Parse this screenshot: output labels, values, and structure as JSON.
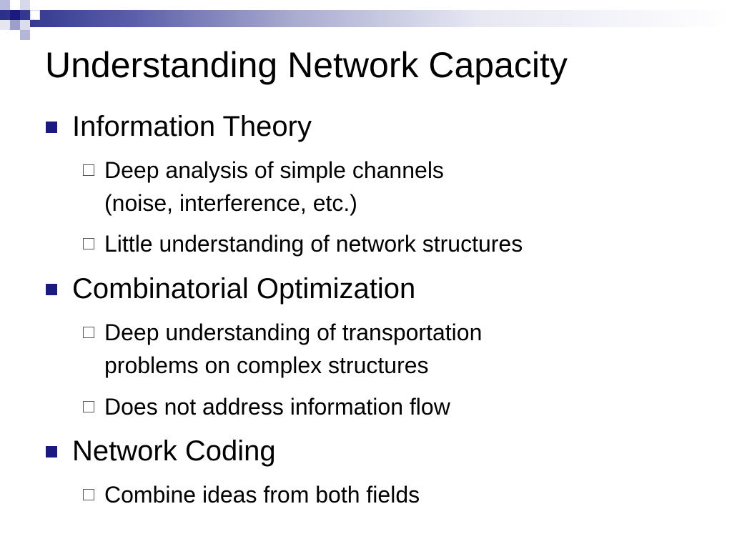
{
  "slide": {
    "title": "Understanding Network Capacity",
    "colors": {
      "accent": "#2b2f8a",
      "bullet": "#1a1a80",
      "text": "#000000",
      "background": "#ffffff"
    },
    "bullets": [
      {
        "text": "Information Theory",
        "icon": "filled-square-bullet",
        "sub": [
          {
            "lines": [
              "Deep analysis of simple channels",
              "(noise, interference, etc.)"
            ],
            "icon": "hollow-square-bullet"
          },
          {
            "lines": [
              "Little understanding of network structures"
            ],
            "icon": "hollow-square-bullet"
          }
        ]
      },
      {
        "text": "Combinatorial Optimization",
        "icon": "filled-square-bullet",
        "sub": [
          {
            "lines": [
              "Deep understanding of transportation",
              "problems on complex structures"
            ],
            "icon": "hollow-square-bullet"
          },
          {
            "lines": [
              "Does not address information flow"
            ],
            "icon": "hollow-square-bullet"
          }
        ]
      },
      {
        "text": "Network Coding",
        "icon": "filled-square-bullet",
        "sub": [
          {
            "lines": [
              "Combine ideas from both fields"
            ],
            "icon": "hollow-square-bullet"
          }
        ]
      }
    ]
  }
}
